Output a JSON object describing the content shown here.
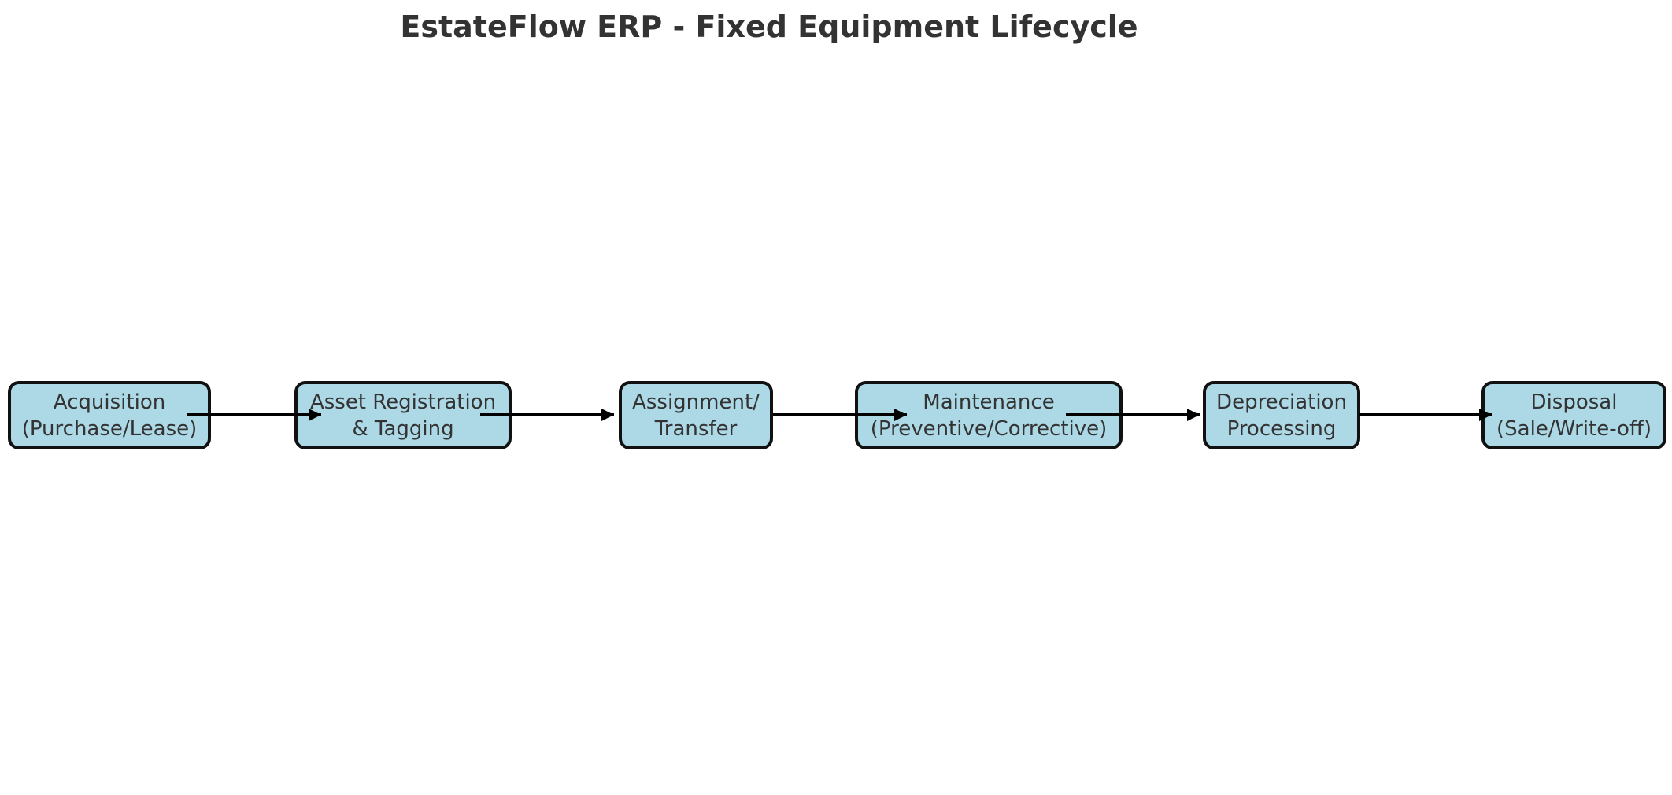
{
  "title": "EstateFlow ERP - Fixed Equipment Lifecycle",
  "diagram": {
    "type": "flowchart",
    "direction": "left-to-right",
    "stages": [
      {
        "line1": "Acquisition",
        "line2": "(Purchase/Lease)"
      },
      {
        "line1": "Asset Registration",
        "line2": "& Tagging"
      },
      {
        "line1": "Assignment/",
        "line2": "Transfer"
      },
      {
        "line1": "Maintenance",
        "line2": "(Preventive/Corrective)"
      },
      {
        "line1": "Depreciation",
        "line2": "Processing"
      },
      {
        "line1": "Disposal",
        "line2": "(Sale/Write-off)"
      }
    ],
    "connections": [
      {
        "from": "Acquisition (Purchase/Lease)",
        "to": "Asset Registration & Tagging"
      },
      {
        "from": "Asset Registration & Tagging",
        "to": "Assignment/Transfer"
      },
      {
        "from": "Assignment/Transfer",
        "to": "Maintenance (Preventive/Corrective)"
      },
      {
        "from": "Maintenance (Preventive/Corrective)",
        "to": "Depreciation Processing"
      },
      {
        "from": "Depreciation Processing",
        "to": "Disposal (Sale/Write-off)"
      }
    ]
  },
  "colors": {
    "background": "#ffffff",
    "box_fill": "#add8e6",
    "box_border": "#111111",
    "text": "#333333",
    "arrow": "#000000"
  }
}
